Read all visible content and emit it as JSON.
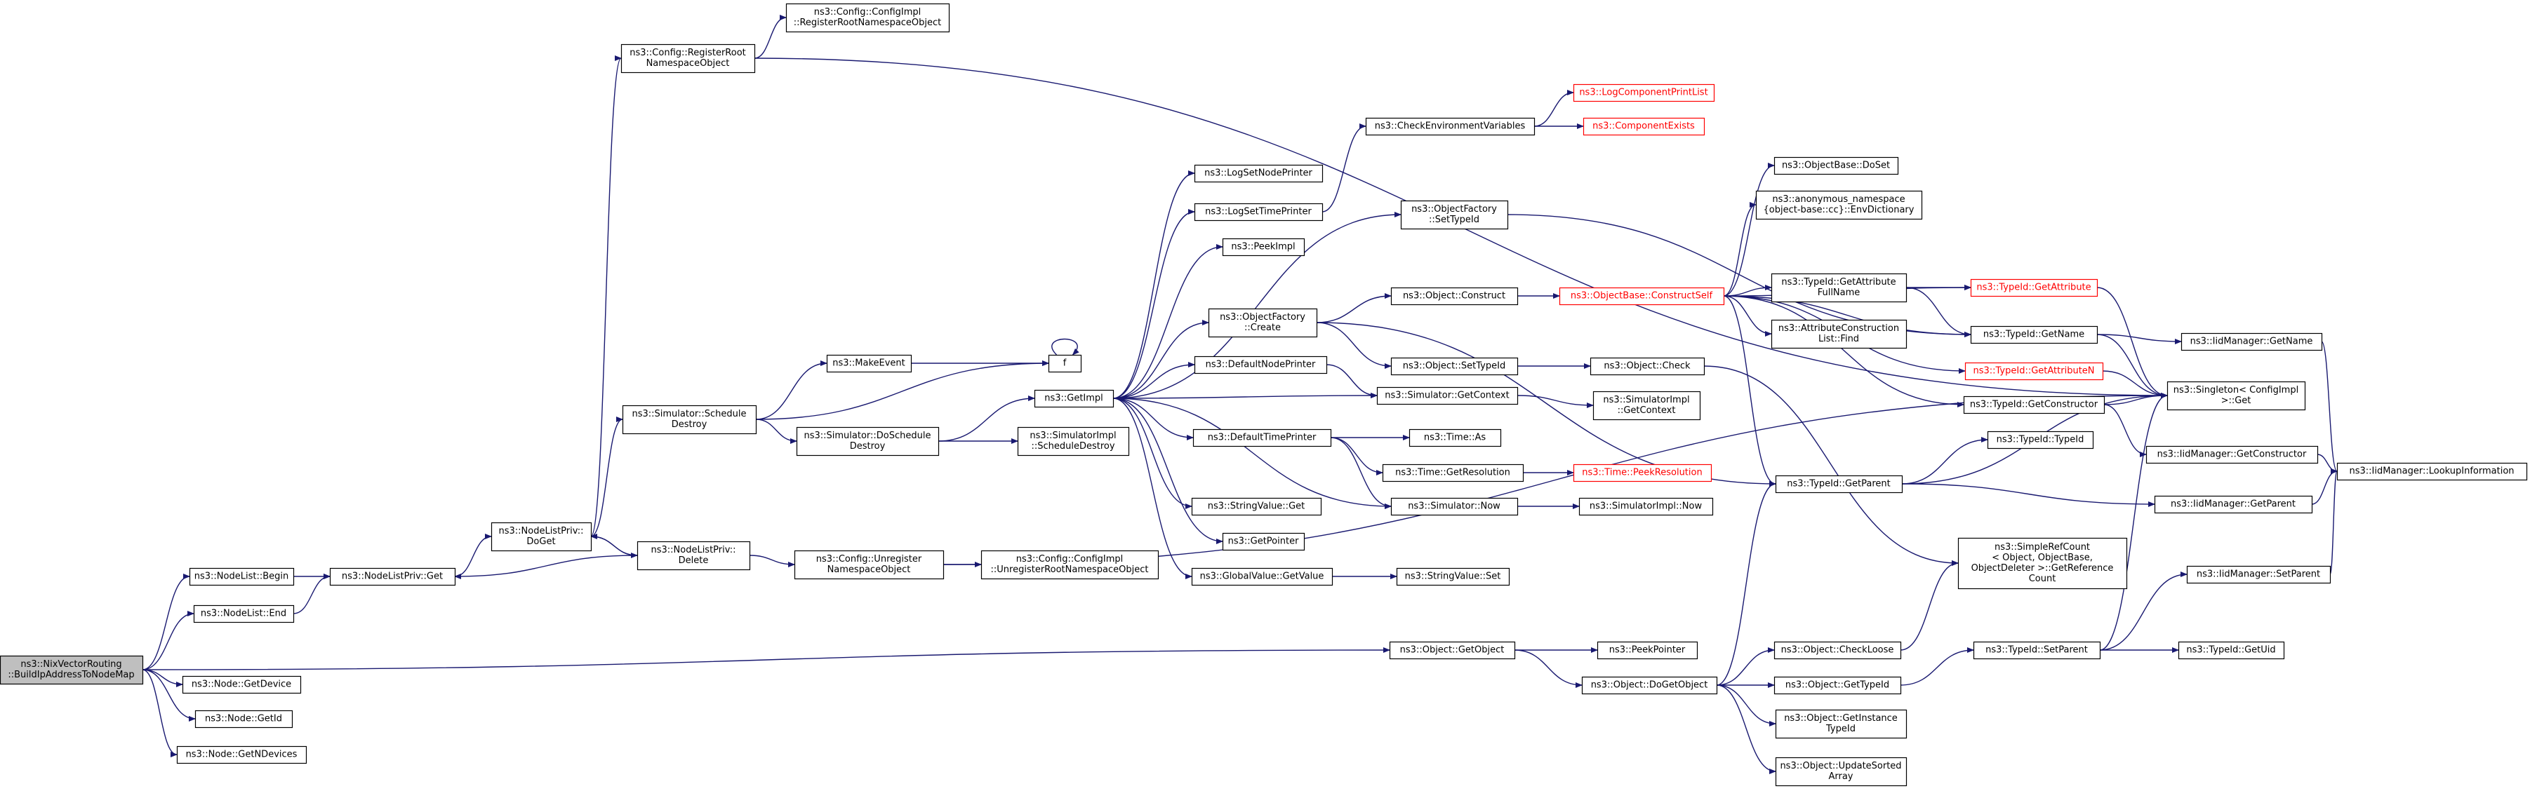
{
  "diagram": {
    "colors": {
      "edge": "#191970",
      "node_border": "#000000",
      "highlight": "#ff0000",
      "root_fill": "#bfbfbf"
    },
    "nodes": [
      {
        "id": "root",
        "lines": [
          "ns3::NixVectorRouting",
          "::BuildIpAddressToNodeMap"
        ],
        "style": "root"
      },
      {
        "id": "nl_begin",
        "lines": [
          "ns3::NodeList::Begin"
        ]
      },
      {
        "id": "nl_end",
        "lines": [
          "ns3::NodeList::End"
        ]
      },
      {
        "id": "node_getdevice",
        "lines": [
          "ns3::Node::GetDevice"
        ]
      },
      {
        "id": "node_getid",
        "lines": [
          "ns3::Node::GetId"
        ]
      },
      {
        "id": "node_getndevices",
        "lines": [
          "ns3::Node::GetNDevices"
        ]
      },
      {
        "id": "nlp_get",
        "lines": [
          "ns3::NodeListPriv::Get"
        ]
      },
      {
        "id": "nlp_doget",
        "lines": [
          "ns3::NodeListPriv::",
          "DoGet"
        ]
      },
      {
        "id": "nlp_delete",
        "lines": [
          "ns3::NodeListPriv::",
          "Delete"
        ]
      },
      {
        "id": "cfg_register",
        "lines": [
          "ns3::Config::RegisterRoot",
          "NamespaceObject"
        ]
      },
      {
        "id": "cfgimpl_register",
        "lines": [
          "ns3::Config::ConfigImpl",
          "::RegisterRootNamespaceObject"
        ]
      },
      {
        "id": "sim_schedule_destroy",
        "lines": [
          "ns3::Simulator::Schedule",
          "Destroy"
        ]
      },
      {
        "id": "makeevent",
        "lines": [
          "ns3::MakeEvent"
        ]
      },
      {
        "id": "f",
        "lines": [
          "f"
        ]
      },
      {
        "id": "sim_doschedule_destroy",
        "lines": [
          "ns3::Simulator::DoSchedule",
          "Destroy"
        ]
      },
      {
        "id": "getimpl",
        "lines": [
          "ns3::GetImpl"
        ]
      },
      {
        "id": "simimpl_schedule_destroy",
        "lines": [
          "ns3::SimulatorImpl",
          "::ScheduleDestroy"
        ]
      },
      {
        "id": "cfg_unregister",
        "lines": [
          "ns3::Config::Unregister",
          "NamespaceObject"
        ]
      },
      {
        "id": "cfgimpl_unregister",
        "lines": [
          "ns3::Config::ConfigImpl",
          "::UnregisterRootNamespaceObject"
        ]
      },
      {
        "id": "logsetnodeprinter",
        "lines": [
          "ns3::LogSetNodePrinter"
        ]
      },
      {
        "id": "logsettimeprinter",
        "lines": [
          "ns3::LogSetTimePrinter"
        ]
      },
      {
        "id": "peekimpl",
        "lines": [
          "ns3::PeekImpl"
        ]
      },
      {
        "id": "objfactory_create",
        "lines": [
          "ns3::ObjectFactory",
          "::Create"
        ]
      },
      {
        "id": "defaultnodeprinter",
        "lines": [
          "ns3::DefaultNodePrinter"
        ]
      },
      {
        "id": "defaulttimeprinter",
        "lines": [
          "ns3::DefaultTimePrinter"
        ]
      },
      {
        "id": "stringvalue_get",
        "lines": [
          "ns3::StringValue::Get"
        ]
      },
      {
        "id": "getpointer",
        "lines": [
          "ns3::GetPointer"
        ]
      },
      {
        "id": "globalvalue_getvalue",
        "lines": [
          "ns3::GlobalValue::GetValue"
        ]
      },
      {
        "id": "checkenv",
        "lines": [
          "ns3::CheckEnvironmentVariables"
        ]
      },
      {
        "id": "logcomponentprintlist",
        "lines": [
          "ns3::LogComponentPrintList"
        ],
        "style": "red"
      },
      {
        "id": "componentexists",
        "lines": [
          "ns3::ComponentExists"
        ],
        "style": "red"
      },
      {
        "id": "objfactory_settypeid",
        "lines": [
          "ns3::ObjectFactory",
          "::SetTypeId"
        ]
      },
      {
        "id": "object_construct",
        "lines": [
          "ns3::Object::Construct"
        ]
      },
      {
        "id": "object_settypeid",
        "lines": [
          "ns3::Object::SetTypeId"
        ]
      },
      {
        "id": "sim_getcontext",
        "lines": [
          "ns3::Simulator::GetContext"
        ]
      },
      {
        "id": "time_as",
        "lines": [
          "ns3::Time::As"
        ]
      },
      {
        "id": "time_getresolution",
        "lines": [
          "ns3::Time::GetResolution"
        ]
      },
      {
        "id": "sim_now",
        "lines": [
          "ns3::Simulator::Now"
        ]
      },
      {
        "id": "stringvalue_set",
        "lines": [
          "ns3::StringValue::Set"
        ]
      },
      {
        "id": "objbase_constructself",
        "lines": [
          "ns3::ObjectBase::ConstructSelf"
        ],
        "style": "red"
      },
      {
        "id": "object_check",
        "lines": [
          "ns3::Object::Check"
        ]
      },
      {
        "id": "simimpl_getcontext",
        "lines": [
          "ns3::SimulatorImpl",
          "::GetContext"
        ]
      },
      {
        "id": "time_peekresolution",
        "lines": [
          "ns3::Time::PeekResolution"
        ],
        "style": "red"
      },
      {
        "id": "simimpl_now",
        "lines": [
          "ns3::SimulatorImpl::Now"
        ]
      },
      {
        "id": "objbase_doset",
        "lines": [
          "ns3::ObjectBase::DoSet"
        ]
      },
      {
        "id": "envdictionary",
        "lines": [
          "ns3::anonymous_namespace",
          "{object-base::cc}::EnvDictionary"
        ]
      },
      {
        "id": "typeid_getattrfullname",
        "lines": [
          "ns3::TypeId::GetAttribute",
          "FullName"
        ]
      },
      {
        "id": "attrconstructionlist_find",
        "lines": [
          "ns3::AttributeConstruction",
          "List::Find"
        ]
      },
      {
        "id": "typeid_getattribute",
        "lines": [
          "ns3::TypeId::GetAttribute"
        ],
        "style": "red"
      },
      {
        "id": "typeid_getname",
        "lines": [
          "ns3::TypeId::GetName"
        ]
      },
      {
        "id": "typeid_getattributen",
        "lines": [
          "ns3::TypeId::GetAttributeN"
        ],
        "style": "red"
      },
      {
        "id": "typeid_getconstructor",
        "lines": [
          "ns3::TypeId::GetConstructor"
        ]
      },
      {
        "id": "typeid_typeid",
        "lines": [
          "ns3::TypeId::TypeId"
        ]
      },
      {
        "id": "typeid_getparent",
        "lines": [
          "ns3::TypeId::GetParent"
        ]
      },
      {
        "id": "singleton_get",
        "lines": [
          "ns3::Singleton< ConfigImpl",
          ">::Get"
        ]
      },
      {
        "id": "iid_getname",
        "lines": [
          "ns3::IidManager::GetName"
        ]
      },
      {
        "id": "iid_getconstructor",
        "lines": [
          "ns3::IidManager::GetConstructor"
        ]
      },
      {
        "id": "iid_lookupinformation",
        "lines": [
          "ns3::IidManager::LookupInformation"
        ]
      },
      {
        "id": "iid_getparent",
        "lines": [
          "ns3::IidManager::GetParent"
        ]
      },
      {
        "id": "simplerefcount",
        "lines": [
          "ns3::SimpleRefCount",
          "< Object, ObjectBase,",
          "ObjectDeleter >::GetReference",
          "Count"
        ]
      },
      {
        "id": "object_getobject",
        "lines": [
          "ns3::Object::GetObject"
        ]
      },
      {
        "id": "peekpointer",
        "lines": [
          "ns3::PeekPointer"
        ]
      },
      {
        "id": "object_dogetobject",
        "lines": [
          "ns3::Object::DoGetObject"
        ]
      },
      {
        "id": "object_checkloose",
        "lines": [
          "ns3::Object::CheckLoose"
        ]
      },
      {
        "id": "object_gettypeid",
        "lines": [
          "ns3::Object::GetTypeId"
        ]
      },
      {
        "id": "typeid_setparent",
        "lines": [
          "ns3::TypeId::SetParent"
        ]
      },
      {
        "id": "iid_setparent",
        "lines": [
          "ns3::IidManager::SetParent"
        ]
      },
      {
        "id": "typeid_getuid",
        "lines": [
          "ns3::TypeId::GetUid"
        ]
      },
      {
        "id": "object_getinstancetypeid",
        "lines": [
          "ns3::Object::GetInstance",
          "TypeId"
        ]
      },
      {
        "id": "object_updatesortedarray",
        "lines": [
          "ns3::Object::UpdateSorted",
          "Array"
        ]
      }
    ],
    "edges": [
      [
        "root",
        "nl_begin"
      ],
      [
        "root",
        "nl_end"
      ],
      [
        "root",
        "node_getdevice"
      ],
      [
        "root",
        "node_getid"
      ],
      [
        "root",
        "node_getndevices"
      ],
      [
        "root",
        "object_getobject"
      ],
      [
        "nl_begin",
        "nlp_get"
      ],
      [
        "nl_end",
        "nlp_get"
      ],
      [
        "nlp_get",
        "nlp_doget"
      ],
      [
        "nlp_doget",
        "cfg_register"
      ],
      [
        "nlp_doget",
        "sim_schedule_destroy"
      ],
      [
        "nlp_doget",
        "nlp_delete"
      ],
      [
        "nlp_delete",
        "nlp_doget"
      ],
      [
        "nlp_delete",
        "nlp_get"
      ],
      [
        "nlp_delete",
        "cfg_unregister"
      ],
      [
        "cfg_register",
        "cfgimpl_register"
      ],
      [
        "cfg_register",
        "singleton_get"
      ],
      [
        "sim_schedule_destroy",
        "makeevent"
      ],
      [
        "sim_schedule_destroy",
        "f"
      ],
      [
        "sim_schedule_destroy",
        "sim_doschedule_destroy"
      ],
      [
        "makeevent",
        "f"
      ],
      [
        "f",
        "f"
      ],
      [
        "sim_doschedule_destroy",
        "getimpl"
      ],
      [
        "sim_doschedule_destroy",
        "simimpl_schedule_destroy"
      ],
      [
        "cfg_unregister",
        "cfgimpl_unregister"
      ],
      [
        "cfg_unregister",
        "singleton_get"
      ],
      [
        "getimpl",
        "logsetnodeprinter"
      ],
      [
        "getimpl",
        "logsettimeprinter"
      ],
      [
        "getimpl",
        "peekimpl"
      ],
      [
        "getimpl",
        "objfactory_create"
      ],
      [
        "getimpl",
        "defaultnodeprinter"
      ],
      [
        "getimpl",
        "defaulttimeprinter"
      ],
      [
        "getimpl",
        "stringvalue_get"
      ],
      [
        "getimpl",
        "getpointer"
      ],
      [
        "getimpl",
        "globalvalue_getvalue"
      ],
      [
        "getimpl",
        "objfactory_settypeid"
      ],
      [
        "getimpl",
        "sim_getcontext"
      ],
      [
        "getimpl",
        "sim_now"
      ],
      [
        "logsettimeprinter",
        "checkenv"
      ],
      [
        "checkenv",
        "logcomponentprintlist"
      ],
      [
        "checkenv",
        "componentexists"
      ],
      [
        "objfactory_settypeid",
        "typeid_getname"
      ],
      [
        "objfactory_create",
        "object_construct"
      ],
      [
        "objfactory_create",
        "object_settypeid"
      ],
      [
        "objfactory_create",
        "typeid_getparent"
      ],
      [
        "object_construct",
        "objbase_constructself"
      ],
      [
        "object_settypeid",
        "object_check"
      ],
      [
        "object_check",
        "simplerefcount"
      ],
      [
        "defaultnodeprinter",
        "sim_getcontext"
      ],
      [
        "sim_getcontext",
        "simimpl_getcontext"
      ],
      [
        "defaulttimeprinter",
        "time_as"
      ],
      [
        "defaulttimeprinter",
        "time_getresolution"
      ],
      [
        "defaulttimeprinter",
        "sim_now"
      ],
      [
        "time_getresolution",
        "time_peekresolution"
      ],
      [
        "sim_now",
        "simimpl_now"
      ],
      [
        "globalvalue_getvalue",
        "stringvalue_set"
      ],
      [
        "objbase_constructself",
        "objbase_doset"
      ],
      [
        "objbase_constructself",
        "envdictionary"
      ],
      [
        "objbase_constructself",
        "typeid_getattrfullname"
      ],
      [
        "objbase_constructself",
        "attrconstructionlist_find"
      ],
      [
        "objbase_constructself",
        "typeid_getattribute"
      ],
      [
        "objbase_constructself",
        "typeid_getname"
      ],
      [
        "objbase_constructself",
        "typeid_getattributen"
      ],
      [
        "objbase_constructself",
        "typeid_getconstructor"
      ],
      [
        "objbase_constructself",
        "typeid_getparent"
      ],
      [
        "typeid_getattrfullname",
        "typeid_getattribute"
      ],
      [
        "typeid_getattrfullname",
        "typeid_getname"
      ],
      [
        "typeid_getattribute",
        "singleton_get"
      ],
      [
        "typeid_getname",
        "iid_getname"
      ],
      [
        "typeid_getname",
        "singleton_get"
      ],
      [
        "typeid_getattributen",
        "singleton_get"
      ],
      [
        "typeid_getconstructor",
        "iid_getconstructor"
      ],
      [
        "typeid_getconstructor",
        "singleton_get"
      ],
      [
        "typeid_getparent",
        "typeid_typeid"
      ],
      [
        "typeid_getparent",
        "iid_getparent"
      ],
      [
        "typeid_getparent",
        "singleton_get"
      ],
      [
        "iid_getname",
        "iid_lookupinformation"
      ],
      [
        "iid_getconstructor",
        "iid_lookupinformation"
      ],
      [
        "iid_getparent",
        "iid_lookupinformation"
      ],
      [
        "object_getobject",
        "peekpointer"
      ],
      [
        "object_getobject",
        "object_dogetobject"
      ],
      [
        "object_dogetobject",
        "object_checkloose"
      ],
      [
        "object_dogetobject",
        "object_gettypeid"
      ],
      [
        "object_dogetobject",
        "object_getinstancetypeid"
      ],
      [
        "object_dogetobject",
        "object_updatesortedarray"
      ],
      [
        "object_dogetobject",
        "typeid_getparent"
      ],
      [
        "object_checkloose",
        "simplerefcount"
      ],
      [
        "object_gettypeid",
        "typeid_setparent"
      ],
      [
        "typeid_setparent",
        "iid_setparent"
      ],
      [
        "typeid_setparent",
        "typeid_getuid"
      ],
      [
        "typeid_setparent",
        "singleton_get"
      ],
      [
        "iid_setparent",
        "iid_lookupinformation"
      ]
    ]
  }
}
